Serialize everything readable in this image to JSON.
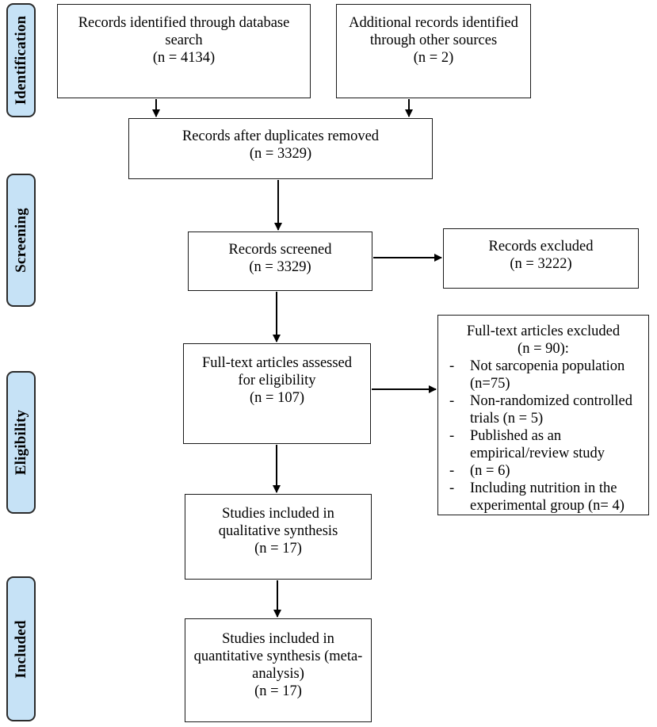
{
  "phases": {
    "identification": "Identification",
    "screening": "Screening",
    "eligibility": "Eligibility",
    "included": "Included"
  },
  "boxes": {
    "db_search": {
      "lines": [
        "Records identified through database",
        "search",
        "(n = 4134)"
      ]
    },
    "other_sources": {
      "lines": [
        "Additional records identified",
        "through other sources",
        "(n = 2)"
      ]
    },
    "duplicates_removed": {
      "lines": [
        "Records after duplicates removed",
        "(n = 3329)"
      ]
    },
    "screened": {
      "lines": [
        "Records screened",
        "(n = 3329)"
      ]
    },
    "excluded": {
      "lines": [
        "Records excluded",
        "(n = 3222)"
      ]
    },
    "fulltext_assessed": {
      "lines": [
        "Full-text articles assessed",
        "for eligibility",
        "(n = 107)"
      ]
    },
    "fulltext_excluded": {
      "title_lines": [
        "Full-text articles excluded",
        "(n = 90):"
      ],
      "items": [
        [
          "Not sarcopenia population",
          "(n=75)"
        ],
        [
          "Non-randomized controlled",
          "trials (n = 5)"
        ],
        [
          "Published as an",
          "empirical/review study"
        ],
        [
          "(n = 6)"
        ],
        [
          "Including nutrition in the",
          "experimental group (n= 4)"
        ]
      ]
    },
    "qualitative": {
      "lines": [
        "Studies included in",
        "qualitative synthesis",
        "(n = 17)"
      ]
    },
    "quantitative": {
      "lines": [
        "Studies included in",
        "quantitative synthesis (meta-",
        "analysis)",
        "(n = 17)"
      ]
    }
  }
}
